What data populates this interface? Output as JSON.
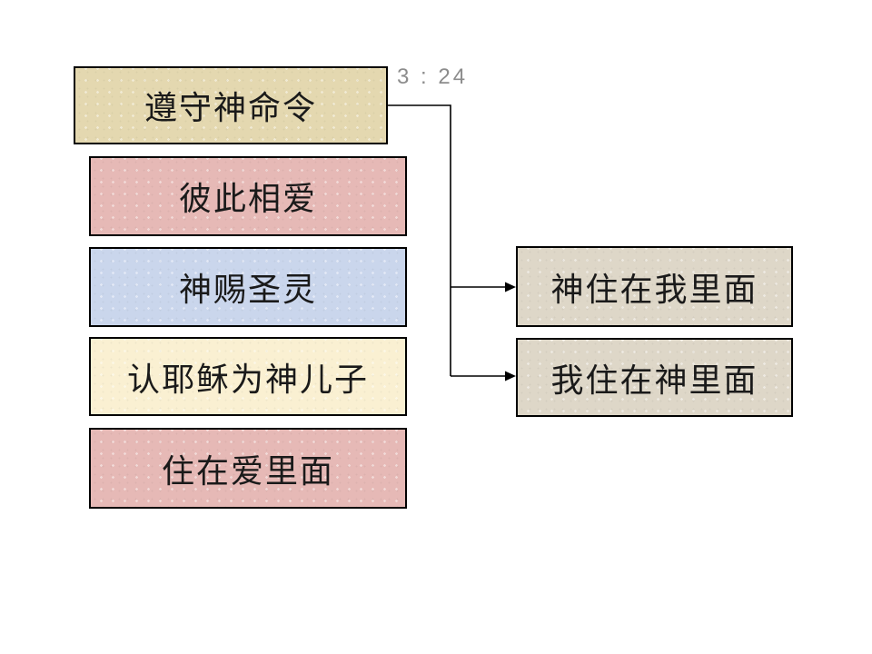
{
  "slide": {
    "verse_reference": "3 : 24",
    "background_color": "#ffffff"
  },
  "left_column": [
    {
      "label": "遵守神命令",
      "bg": "#e4d8b0"
    },
    {
      "label": "彼此相爱",
      "bg": "#e6b9b6"
    },
    {
      "label": "神赐圣灵",
      "bg": "#cad6ec"
    },
    {
      "label": "认耶稣为神儿子",
      "bg": "#faf0d2"
    },
    {
      "label": "住在爱里面",
      "bg": "#e6b9b6"
    }
  ],
  "right_column": [
    {
      "label": "神住在我里面",
      "bg": "#ded7c8"
    },
    {
      "label": "我住在神里面",
      "bg": "#ded7c8"
    }
  ],
  "connections": [
    {
      "from": "遵守神命令",
      "to": "神住在我里面"
    },
    {
      "from": "遵守神命令",
      "to": "我住在神里面"
    }
  ],
  "colors": {
    "border": "#000000",
    "text": "#1a1a1a",
    "connector_line": "#000000",
    "verse_text": "#8c8c8c"
  }
}
